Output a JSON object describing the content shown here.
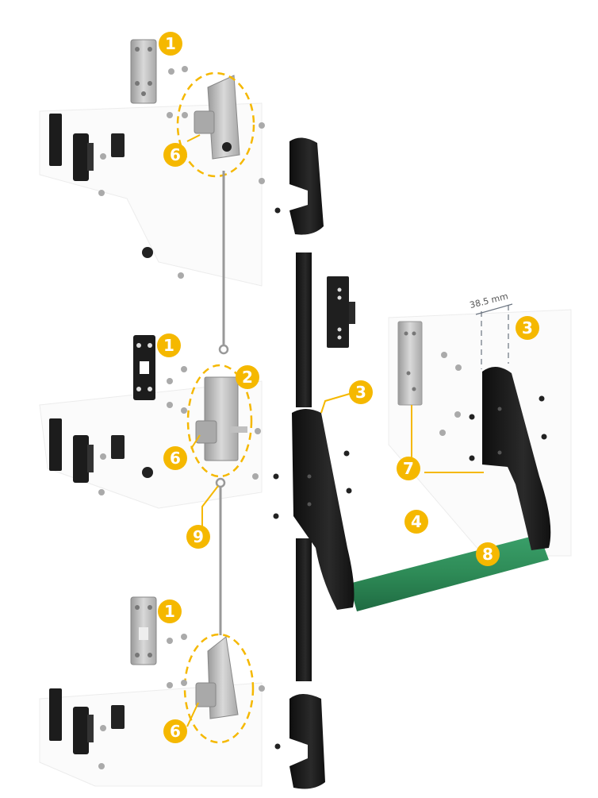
{
  "diagram": {
    "type": "exploded-parts-view",
    "subject": "panic exit push bar with three-point locking",
    "colors": {
      "callout": "#F5B800",
      "callout_text": "#FFFFFF",
      "leader_line": "#F5B800",
      "dashed_highlight": "#F5B800",
      "bar_green": "#2E8B57",
      "housing_black": "#1E1E1E",
      "metal": "#B8B8B8",
      "dimension_line": "#6B7480"
    },
    "dimension": {
      "label": "38.5 mm"
    },
    "callouts": [
      {
        "id": "c1a",
        "label": "1",
        "target": "top-mounting-plate"
      },
      {
        "id": "c6a",
        "label": "6",
        "target": "top-latch-bolt"
      },
      {
        "id": "c1b",
        "label": "1",
        "target": "middle-mounting-plate"
      },
      {
        "id": "c2",
        "label": "2",
        "target": "central-lock-case"
      },
      {
        "id": "c6b",
        "label": "6",
        "target": "central-latch-bolt"
      },
      {
        "id": "c9",
        "label": "9",
        "target": "connecting-rod"
      },
      {
        "id": "c1c",
        "label": "1",
        "target": "bottom-mounting-plate"
      },
      {
        "id": "c6c",
        "label": "6",
        "target": "bottom-latch-bolt"
      },
      {
        "id": "c3a",
        "label": "3",
        "target": "left-end-housing"
      },
      {
        "id": "c3b",
        "label": "3",
        "target": "right-end-housing"
      },
      {
        "id": "c4",
        "label": "4",
        "target": "push-bar-assembly"
      },
      {
        "id": "c7",
        "label": "7",
        "target": "end-fixing-bracket"
      },
      {
        "id": "c8",
        "label": "8",
        "target": "green-push-bar"
      }
    ]
  }
}
